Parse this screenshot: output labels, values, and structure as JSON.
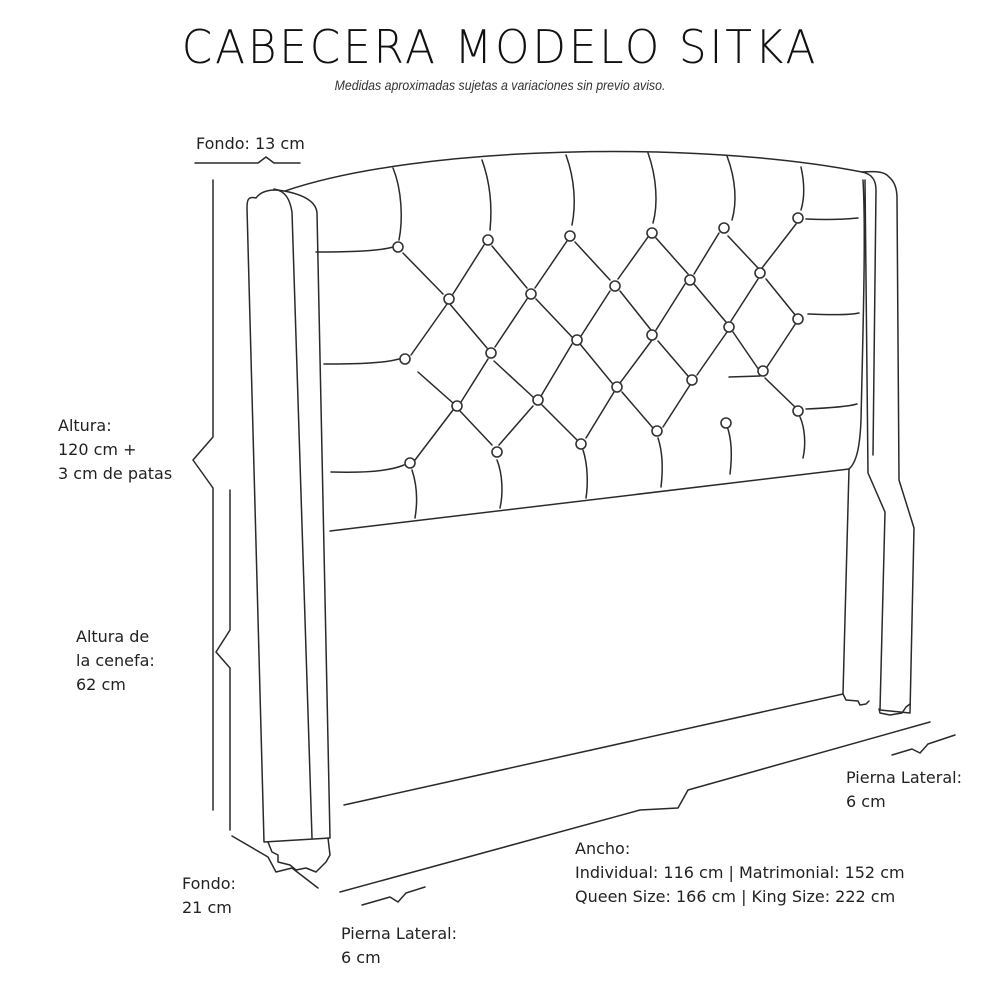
{
  "header": {
    "title": "CABECERA MODELO SITKA",
    "subtitle": "Medidas aproximadas sujetas a variaciones sin previo aviso."
  },
  "dimensions": {
    "fondo_top": {
      "label": "Fondo: 13 cm"
    },
    "altura": {
      "lines": [
        "Altura:",
        "120 cm +",
        "3 cm de patas"
      ]
    },
    "altura_cenefa": {
      "lines": [
        "Altura de",
        "la cenefa:",
        "62 cm"
      ]
    },
    "fondo_bottom": {
      "lines": [
        "Fondo:",
        "21 cm"
      ]
    },
    "pierna_lateral_left": {
      "lines": [
        "Pierna Lateral:",
        "6 cm"
      ]
    },
    "pierna_lateral_right": {
      "lines": [
        "Pierna Lateral:",
        "6 cm"
      ]
    },
    "ancho": {
      "lines": [
        "Ancho:",
        "Individual: 116 cm | Matrimonial: 152 cm",
        "Queen Size: 166 cm | King Size: 222 cm"
      ]
    }
  },
  "drawing": {
    "subject": "tufted-headboard-line-drawing",
    "button_count": 29,
    "stroke_color": "#2a2a2a",
    "background_color": "#ffffff"
  }
}
